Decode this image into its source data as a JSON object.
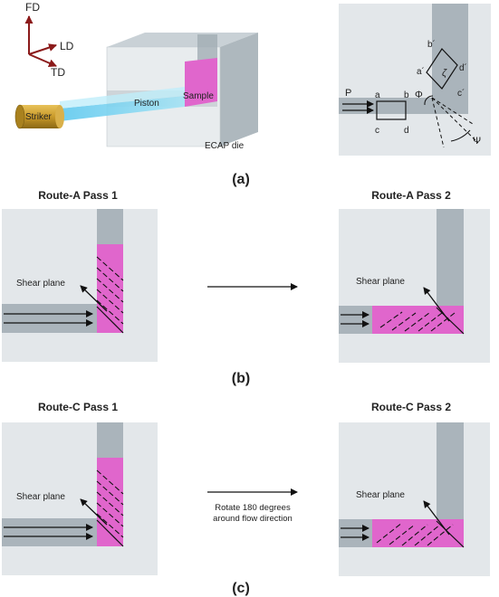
{
  "panel_a": {
    "axes": {
      "fd": "FD",
      "ld": "LD",
      "td": "TD"
    },
    "striker": "Striker",
    "piston": "Piston",
    "sample": "Sample",
    "die": "ECAP die",
    "p_label": "P",
    "corners": {
      "a": "a",
      "b": "b",
      "c": "c",
      "d": "d"
    },
    "corners_prime": {
      "a": "a´",
      "b": "b´",
      "c": "c´",
      "d": "d´"
    },
    "zeta": "ζ",
    "phi": "Φ",
    "psi": "Ψ",
    "caption": "(a)"
  },
  "panel_b": {
    "left_title": "Route-A Pass 1",
    "right_title": "Route-A Pass 2",
    "shear_left": "Shear plane",
    "shear_right": "Shear plane",
    "caption": "(b)"
  },
  "panel_c": {
    "left_title": "Route-C Pass 1",
    "right_title": "Route-C Pass 2",
    "shear_left": "Shear plane",
    "shear_right": "Shear plane",
    "rotate_line1": "Rotate 180 degrees",
    "rotate_line2": "around flow direction",
    "caption": "(c)"
  },
  "colors": {
    "die_gray": "#e3e7ea",
    "channel_gray": "#aab4bb",
    "sample_pink": "#e066cc",
    "piston_blue": "#6fd0ef",
    "striker_gold": "#c99a2a",
    "axis_red": "#8b1a1a"
  }
}
